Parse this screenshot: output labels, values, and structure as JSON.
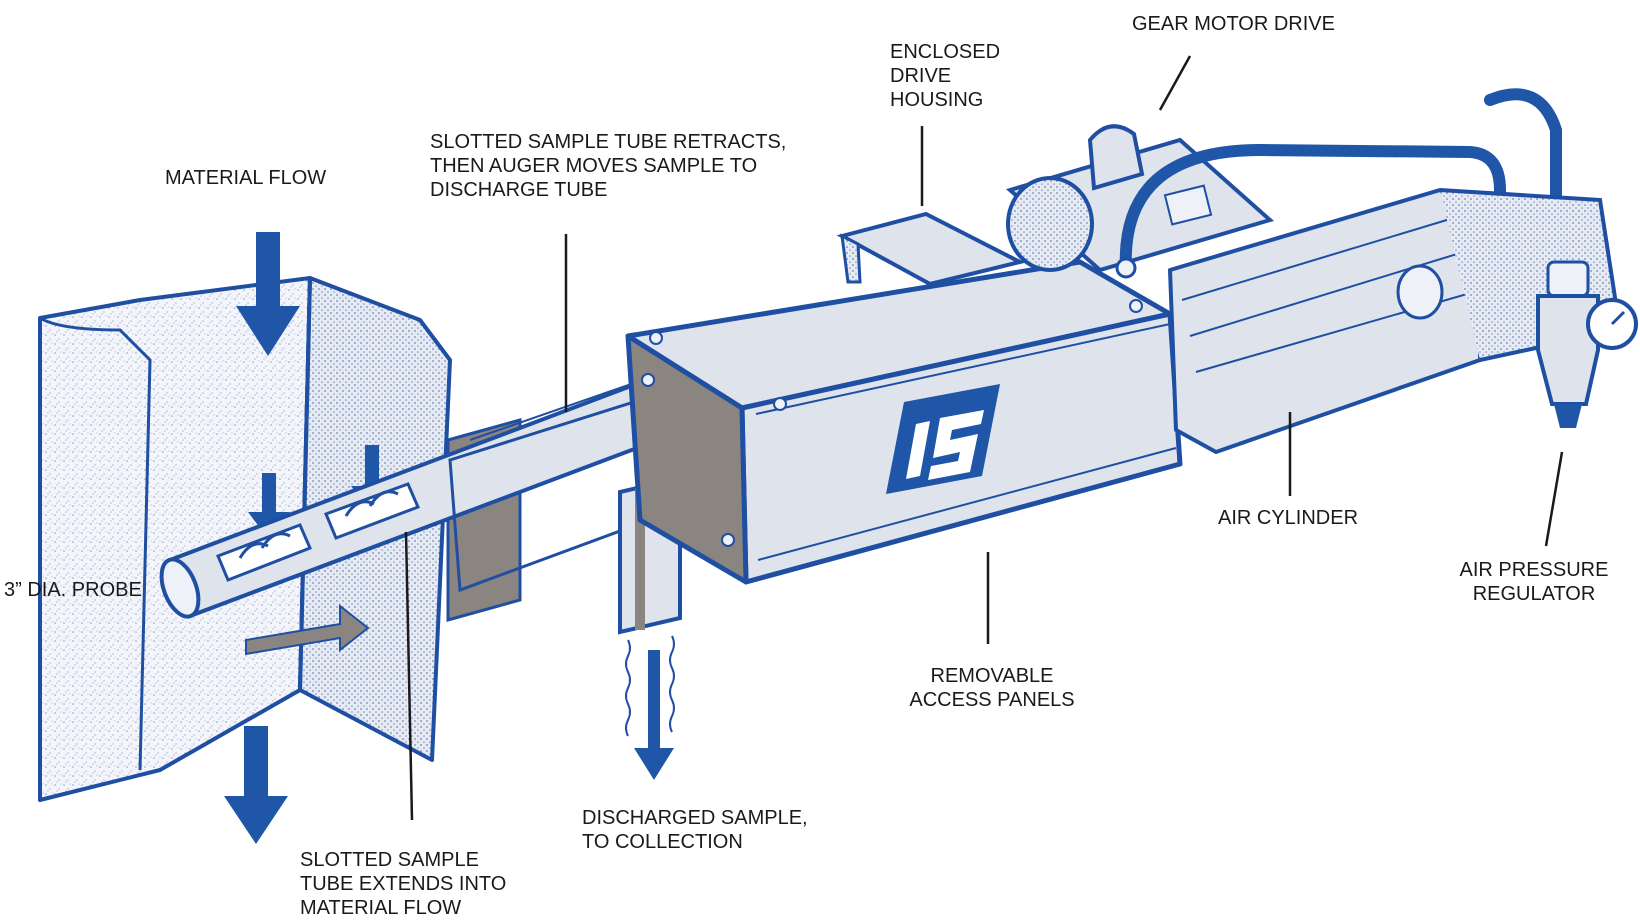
{
  "labels": {
    "material_flow": "MATERIAL FLOW",
    "slotted_retracts": [
      "SLOTTED SAMPLE TUBE RETRACTS,",
      "THEN AUGER MOVES SAMPLE TO",
      "DISCHARGE TUBE"
    ],
    "enclosed_drive": [
      "ENCLOSED",
      "DRIVE",
      "HOUSING"
    ],
    "gear_motor": "GEAR MOTOR DRIVE",
    "probe": "3” DIA. PROBE",
    "air_cylinder": "AIR CYLINDER",
    "air_regulator": [
      "AIR PRESSURE",
      "REGULATOR"
    ],
    "access_panels": [
      "REMOVABLE",
      "ACCESS PANELS"
    ],
    "discharged": [
      "DISCHARGED SAMPLE,",
      "TO COLLECTION"
    ],
    "slotted_extends": [
      "SLOTTED SAMPLE",
      "TUBE EXTENDS INTO",
      "MATERIAL FLOW"
    ]
  },
  "colors": {
    "outline": "#1f4fa3",
    "arrow": "#1f56a8",
    "steel": "#dfe3ec",
    "shadow": "#b9bfce",
    "gasket": "#8a8580",
    "leader": "#1a1a1a"
  }
}
